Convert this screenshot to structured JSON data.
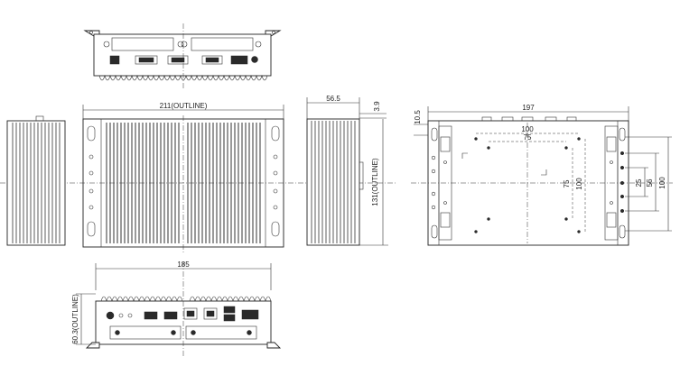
{
  "dimensions": {
    "front_width": "211(OUTLINE)",
    "front_height": "131(OUTLINE)",
    "side_depth": "56.5",
    "side_offset": "3.9",
    "rear_width": "185",
    "rear_height": "60.3(OUTLINE)",
    "mount_width": "197",
    "mount_edge_offset": "10.5",
    "hole_span_100_top": "100",
    "hole_span_75_top": "75",
    "hole_span_75_vertical": "75",
    "hole_span_100_vertical": "100",
    "slot_span_25": "25",
    "slot_span_56": "56",
    "slot_span_100": "100"
  }
}
